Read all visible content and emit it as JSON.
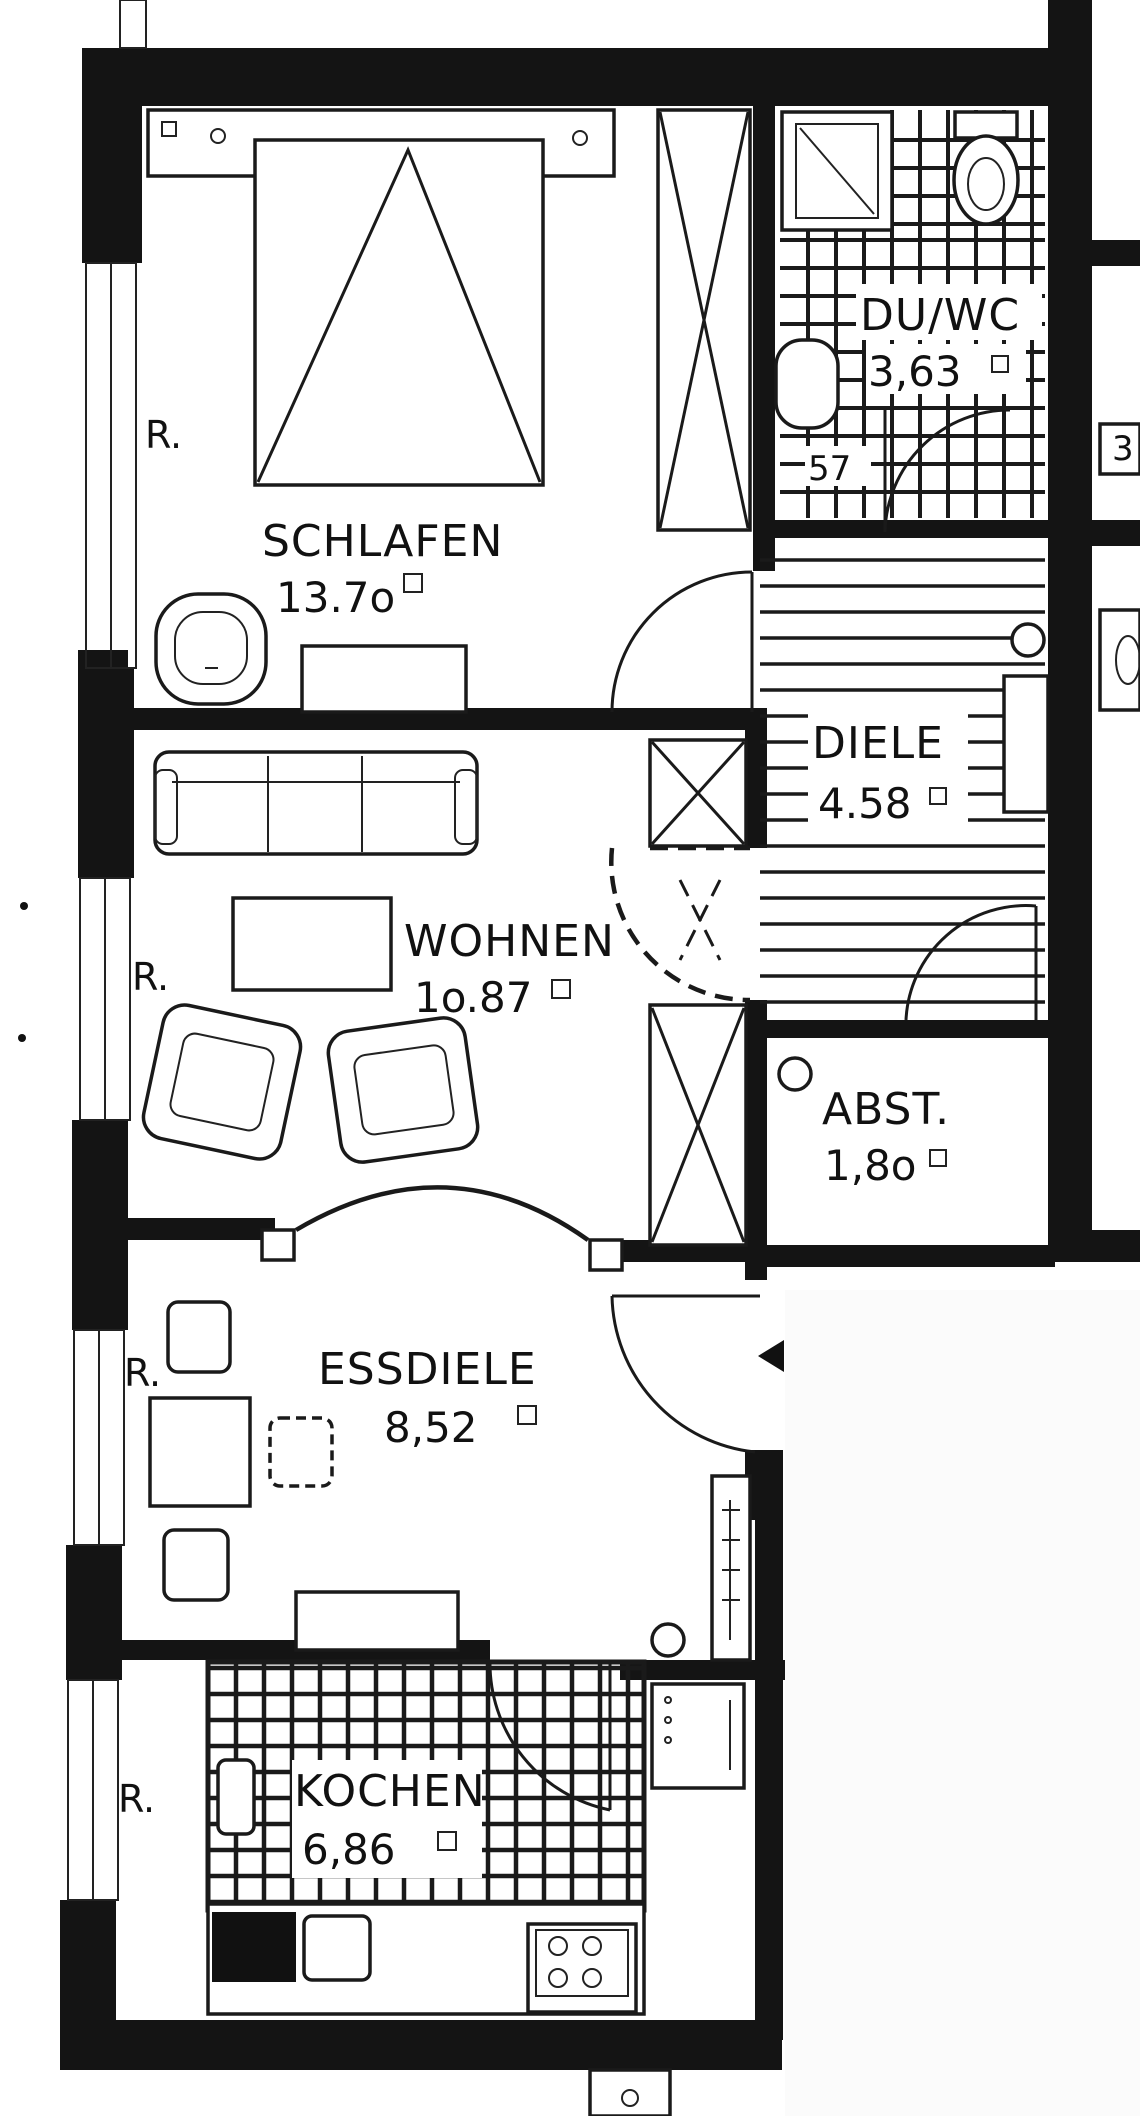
{
  "rooms": {
    "schlafen": {
      "name": "SCHLAFEN",
      "area": "13.7o",
      "unit_icon": "square-icon"
    },
    "du_wc": {
      "name": "DU/WC",
      "area": "3,63",
      "unit_icon": "square-icon"
    },
    "diele": {
      "name": "DIELE",
      "area": "4.58",
      "unit_icon": "square-icon"
    },
    "wohnen": {
      "name": "WOHNEN",
      "area": "1o.87",
      "unit_icon": "square-icon"
    },
    "abst": {
      "name": "ABST.",
      "area": "1,8o",
      "unit_icon": "square-icon"
    },
    "essdiele": {
      "name": "ESSDIELE",
      "area": "8,52",
      "unit_icon": "square-icon"
    },
    "kochen": {
      "name": "KOCHEN",
      "area": "6,86",
      "unit_icon": "square-icon"
    }
  },
  "window_marks": {
    "schlafen": "R.",
    "wohnen": "R.",
    "essdiele": "R.",
    "kochen": "R."
  },
  "misc_labels": {
    "bath_partial": "57",
    "edge_partial": "3"
  },
  "colors": {
    "ink": "#141414",
    "paper": "#ffffff"
  }
}
